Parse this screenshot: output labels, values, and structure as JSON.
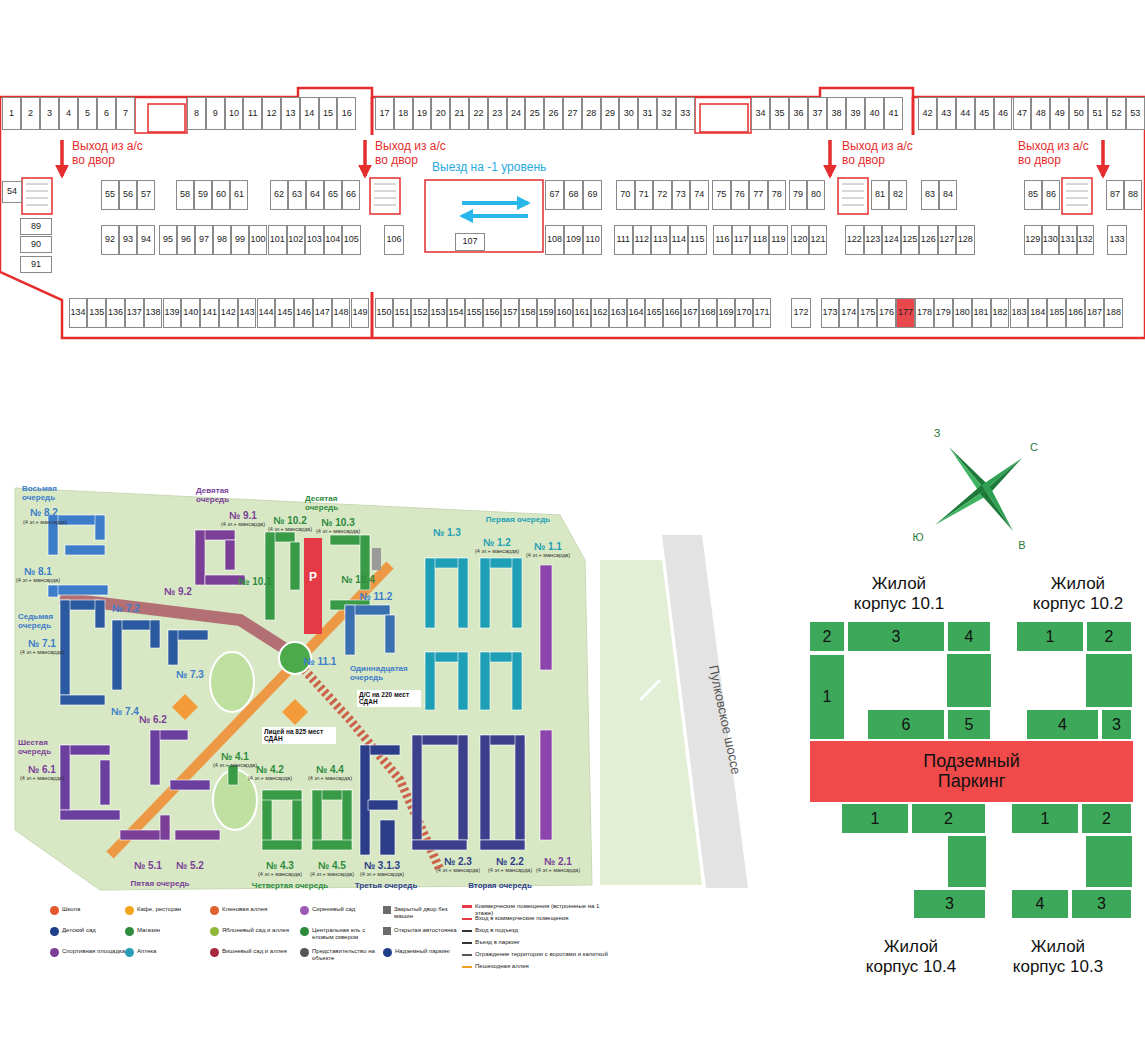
{
  "diagram": {
    "nodes": [
      {
        "text": [
          "1"
        ]
      },
      {
        "text": [
          "2"
        ]
      },
      {
        "text": [
          "3"
        ]
      },
      {
        "text": [
          "4"
        ]
      },
      {
        "text": [
          "5"
        ]
      },
      {
        "text": [
          "6"
        ]
      },
      {
        "text": [
          "7"
        ]
      },
      {
        "text": [
          "8"
        ]
      },
      {
        "text": [
          "9"
        ]
      },
      {
        "text": [
          "10"
        ]
      },
      {
        "text": [
          "11"
        ]
      },
      {
        "text": [
          "12"
        ]
      },
      {
        "text": [
          "13"
        ]
      },
      {
        "text": [
          "14"
        ]
      },
      {
        "text": [
          "15"
        ]
      },
      {
        "text": [
          "16"
        ]
      },
      {
        "text": [
          "17"
        ]
      },
      {
        "text": [
          "18"
        ]
      },
      {
        "text": [
          "19"
        ]
      },
      {
        "text": [
          "20"
        ]
      },
      {
        "text": [
          "21"
        ]
      },
      {
        "text": [
          "22"
        ]
      },
      {
        "text": [
          "23"
        ]
      },
      {
        "text": [
          "24"
        ]
      },
      {
        "text": [
          "25"
        ]
      },
      {
        "text": [
          "26"
        ]
      },
      {
        "text": [
          "27"
        ]
      },
      {
        "text": [
          "28"
        ]
      },
      {
        "text": [
          "29"
        ]
      },
      {
        "text": [
          "30"
        ]
      },
      {
        "text": [
          "31"
        ]
      },
      {
        "text": [
          "32"
        ]
      },
      {
        "text": [
          "33"
        ]
      },
      {
        "text": [
          "34"
        ]
      },
      {
        "text": [
          "35"
        ]
      },
      {
        "text": [
          "36"
        ]
      },
      {
        "text": [
          "37"
        ]
      },
      {
        "text": [
          "38"
        ]
      },
      {
        "text": [
          "39"
        ]
      },
      {
        "text": [
          "40"
        ]
      },
      {
        "text": [
          "41"
        ]
      },
      {
        "text": [
          "42"
        ]
      },
      {
        "text": [
          "43"
        ]
      },
      {
        "text": [
          "44"
        ]
      },
      {
        "text": [
          "45"
        ]
      },
      {
        "text": [
          "46"
        ]
      },
      {
        "text": [
          "47"
        ]
      },
      {
        "text": [
          "48"
        ]
      },
      {
        "text": [
          "49"
        ]
      },
      {
        "text": [
          "50"
        ]
      },
      {
        "text": [
          "51"
        ]
      },
      {
        "text": [
          "52"
        ]
      },
      {
        "text": [
          "53"
        ]
      },
      {
        "text": [
          "54"
        ]
      },
      {
        "text": [
          "55"
        ]
      },
      {
        "text": [
          "56"
        ]
      },
      {
        "text": [
          "57"
        ]
      },
      {
        "text": [
          "58"
        ]
      },
      {
        "text": [
          "59"
        ]
      },
      {
        "text": [
          "60"
        ]
      },
      {
        "text": [
          "61"
        ]
      },
      {
        "text": [
          "62"
        ]
      },
      {
        "text": [
          "63"
        ]
      },
      {
        "text": [
          "64"
        ]
      },
      {
        "text": [
          "65"
        ]
      },
      {
        "text": [
          "66"
        ]
      },
      {
        "text": [
          "67"
        ]
      },
      {
        "text": [
          "68"
        ]
      },
      {
        "text": [
          "69"
        ]
      },
      {
        "text": [
          "70"
        ]
      },
      {
        "text": [
          "71"
        ]
      },
      {
        "text": [
          "72"
        ]
      },
      {
        "text": [
          "73"
        ]
      },
      {
        "text": [
          "74"
        ]
      },
      {
        "text": [
          "75"
        ]
      },
      {
        "text": [
          "76"
        ]
      },
      {
        "text": [
          "77"
        ]
      },
      {
        "text": [
          "78"
        ]
      },
      {
        "text": [
          "79"
        ]
      },
      {
        "text": [
          "80"
        ]
      },
      {
        "text": [
          "81"
        ]
      },
      {
        "text": [
          "82"
        ]
      },
      {
        "text": [
          "83"
        ]
      },
      {
        "text": [
          "84"
        ]
      },
      {
        "text": [
          "85"
        ]
      },
      {
        "text": [
          "86"
        ]
      },
      {
        "text": [
          "87"
        ]
      },
      {
        "text": [
          "88"
        ]
      },
      {
        "text": [
          "89"
        ]
      },
      {
        "text": [
          "90"
        ]
      },
      {
        "text": [
          "91"
        ]
      },
      {
        "text": [
          "92"
        ]
      },
      {
        "text": [
          "93"
        ]
      },
      {
        "text": [
          "94"
        ]
      },
      {
        "text": [
          "95"
        ]
      },
      {
        "text": [
          "96"
        ]
      },
      {
        "text": [
          "97"
        ]
      },
      {
        "text": [
          "98"
        ]
      },
      {
        "text": [
          "99"
        ]
      },
      {
        "text": [
          "100"
        ]
      },
      {
        "text": [
          "101"
        ]
      },
      {
        "text": [
          "102"
        ]
      },
      {
        "text": [
          "103"
        ]
      },
      {
        "text": [
          "104"
        ]
      },
      {
        "text": [
          "105"
        ]
      },
      {
        "text": [
          "106"
        ]
      },
      {
        "text": [
          "107"
        ]
      },
      {
        "text": [
          "108"
        ]
      },
      {
        "text": [
          "109"
        ]
      },
      {
        "text": [
          "110"
        ]
      },
      {
        "text": [
          "111"
        ]
      },
      {
        "text": [
          "112"
        ]
      },
      {
        "text": [
          "113"
        ]
      },
      {
        "text": [
          "114"
        ]
      },
      {
        "text": [
          "115"
        ]
      },
      {
        "text": [
          "116"
        ]
      },
      {
        "text": [
          "117"
        ]
      },
      {
        "text": [
          "118"
        ]
      },
      {
        "text": [
          "119"
        ]
      },
      {
        "text": [
          "120"
        ]
      },
      {
        "text": [
          "121"
        ]
      },
      {
        "text": [
          "122"
        ]
      },
      {
        "text": [
          "123"
        ]
      },
      {
        "text": [
          "124"
        ]
      },
      {
        "text": [
          "125"
        ]
      },
      {
        "text": [
          "126"
        ]
      },
      {
        "text": [
          "127"
        ]
      },
      {
        "text": [
          "128"
        ]
      },
      {
        "text": [
          "129"
        ]
      },
      {
        "text": [
          "130"
        ]
      },
      {
        "text": [
          "131"
        ]
      },
      {
        "text": [
          "132"
        ]
      },
      {
        "text": [
          "133"
        ]
      },
      {
        "text": [
          "134"
        ]
      },
      {
        "text": [
          "135"
        ]
      },
      {
        "text": [
          "136"
        ]
      },
      {
        "text": [
          "137"
        ]
      },
      {
        "text": [
          "138"
        ]
      },
      {
        "text": [
          "139"
        ]
      },
      {
        "text": [
          "140"
        ]
      },
      {
        "text": [
          "141"
        ]
      },
      {
        "text": [
          "142"
        ]
      },
      {
        "text": [
          "143"
        ]
      },
      {
        "text": [
          "144"
        ]
      },
      {
        "text": [
          "145"
        ]
      },
      {
        "text": [
          "146"
        ]
      },
      {
        "text": [
          "147"
        ]
      },
      {
        "text": [
          "148"
        ]
      },
      {
        "text": [
          "149"
        ]
      },
      {
        "text": [
          "150"
        ]
      },
      {
        "text": [
          "151"
        ]
      },
      {
        "text": [
          "152"
        ]
      },
      {
        "text": [
          "153"
        ]
      },
      {
        "text": [
          "154"
        ]
      },
      {
        "text": [
          "155"
        ]
      },
      {
        "text": [
          "156"
        ]
      },
      {
        "text": [
          "157"
        ]
      },
      {
        "text": [
          "158"
        ]
      },
      {
        "text": [
          "159"
        ]
      },
      {
        "text": [
          "160"
        ]
      },
      {
        "text": [
          "161"
        ]
      },
      {
        "text": [
          "162"
        ]
      },
      {
        "text": [
          "163"
        ]
      },
      {
        "text": [
          "164"
        ]
      },
      {
        "text": [
          "165"
        ]
      },
      {
        "text": [
          "166"
        ]
      },
      {
        "text": [
          "167"
        ]
      },
      {
        "text": [
          "168"
        ]
      },
      {
        "text": [
          "169"
        ]
      },
      {
        "text": [
          "170"
        ]
      },
      {
        "text": [
          "171"
        ]
      },
      {
        "text": [
          "172"
        ]
      },
      {
        "text": [
          "173"
        ]
      },
      {
        "text": [
          "174"
        ]
      },
      {
        "text": [
          "175"
        ]
      },
      {
        "text": [
          "176"
        ]
      },
      {
        "text": [
          "177"
        ]
      },
      {
        "text": [
          "178"
        ]
      },
      {
        "text": [
          "179"
        ]
      },
      {
        "text": [
          "180"
        ]
      },
      {
        "text": [
          "181"
        ]
      },
      {
        "text": [
          "182"
        ]
      },
      {
        "text": [
          "183"
        ]
      },
      {
        "text": [
          "184"
        ]
      },
      {
        "text": [
          "185"
        ]
      },
      {
        "text": [
          "186"
        ]
      },
      {
        "text": [
          "187"
        ]
      },
      {
        "text": [
          "188"
        ]
      },
      {
        "text": [
          "2"
        ]
      },
      {
        "text": [
          "3"
        ]
      },
      {
        "text": [
          "4"
        ]
      },
      {
        "text": [
          "1"
        ]
      },
      {
        "text": [
          "6"
        ]
      },
      {
        "text": [
          "5"
        ]
      },
      {
        "text": [
          "1"
        ]
      },
      {
        "text": [
          "2"
        ]
      },
      {
        "text": [
          "4"
        ]
      },
      {
        "text": [
          "3"
        ]
      },
      {
        "text": [
          "Подземный Паркинг"
        ]
      },
      {
        "text": [
          "1"
        ]
      },
      {
        "text": [
          "2"
        ]
      },
      {
        "text": [
          "3"
        ]
      },
      {
        "text": [
          "1"
        ]
      },
      {
        "text": [
          "2"
        ]
      },
      {
        "text": [
          "4"
        ]
      },
      {
        "text": [
          "3"
        ]
      }
    ],
    "labels": [
      "Выход из а/с во двор",
      "Выход из а/с во двор",
      "Выход из а/с во двор",
      "Выход из а/с во двор",
      "Выезд на -1 уровень",
      "З",
      "С",
      "Ю",
      "В",
      "Жилой корпус 10.1",
      "Жилой корпус 10.2",
      "Жилой корпус 10.4",
      "Жилой корпус 10.3",
      "Восьмая очередь",
      "№ 8.2",
      "(4 эт.+ мансарда)",
      "№ 8.1",
      "(4 эт.+ мансарда)",
      "Девятая очередь",
      "№ 9.1",
      "(4 эт.+ мансарда)",
      "Десятая очередь",
      "№ 10.2",
      "(4 эт.+ мансарда)",
      "№ 10.3",
      "(4 эт.+ мансарда)",
      "Первая очередь",
      "№ 1.3",
      "№ 1.2",
      "(4 эт.+ мансарда)",
      "№ 1.1",
      "(4 эт.+ мансарда)",
      "№ 9.2",
      "№ 10.1",
      "№ 10.4",
      "№ 11.2",
      "Седьмая очередь",
      "№ 7.1",
      "(4 эт.+ мансарда)",
      "№ 7.2",
      "№ 7.3",
      "№ 7.4",
      "№ 11.1",
      "Одиннадцатая очередь",
      "Д/С на 220 мест СДАН",
      "Лицей на 825 мест СДАН",
      "Шестая очередь",
      "№ 6.1",
      "(4 эт.+ мансарда)",
      "№ 6.2",
      "№ 4.1",
      "(4 эт.+ мансарда)",
      "№ 4.2",
      "(4 эт.+ мансарда)",
      "№ 4.4",
      "(4 эт.+ мансарда)",
      "№ 4.3",
      "(4 эт.+ мансарда)",
      "№ 4.5",
      "(4 эт.+ мансарда)",
      "№ 3.1.3",
      "(4 эт.+ мансарда)",
      "№ 2.3",
      "(4 эт.+ мансарда)",
      "№ 2.2",
      "(4 эт.+ мансарда)",
      "№ 2.1",
      "(4 эт.+ мансарда)",
      "№ 5.1",
      "№ 5.2",
      "Пятая очередь",
      "Четвертая очередь",
      "Третья очередь",
      "Вторая очередь",
      "Пулковское шоссе",
      "P"
    ],
    "legend": [
      {
        "text": "Школа",
        "color": "#e4572e"
      },
      {
        "text": "Детский сад",
        "color": "#1f3f8a"
      },
      {
        "text": "Спортивная площадка",
        "color": "#7b3f98"
      },
      {
        "text": "Кафе, ресторан",
        "color": "#f2a51a"
      },
      {
        "text": "Магазин",
        "color": "#2e8b3e"
      },
      {
        "text": "Аптека",
        "color": "#2a9db5"
      },
      {
        "text": "Кленовая аллея",
        "color": "#e0622d"
      },
      {
        "text": "Яблоневый сад и аллея",
        "color": "#8fb83a"
      },
      {
        "text": "Вишневый сад и аллея",
        "color": "#a8283f"
      },
      {
        "text": "Сиреневый сад",
        "color": "#9b59b6"
      },
      {
        "text": "Центральная ель с еловым сквером",
        "color": "#2e8b3e"
      },
      {
        "text": "Представительство на объекте",
        "color": "#555555"
      },
      {
        "text": "Закрытый двор без машин",
        "color": "#6b6b6b"
      },
      {
        "text": "Открытая автостоянка",
        "color": "#6b6b6b"
      },
      {
        "text": "Надземный паркинг",
        "color": "#1f3f8a"
      },
      {
        "text": "Коммерческие помещения (встроенные на 1 этаже)",
        "color": "#e63946"
      },
      {
        "text": "Вход в коммерческие помещения"
      },
      {
        "text": "Вход в подъезд"
      },
      {
        "text": "Въезд в паркинг"
      },
      {
        "text": "Ограждение территории с воротами и калиткой"
      },
      {
        "text": "Пешеходная аллея"
      }
    ]
  }
}
